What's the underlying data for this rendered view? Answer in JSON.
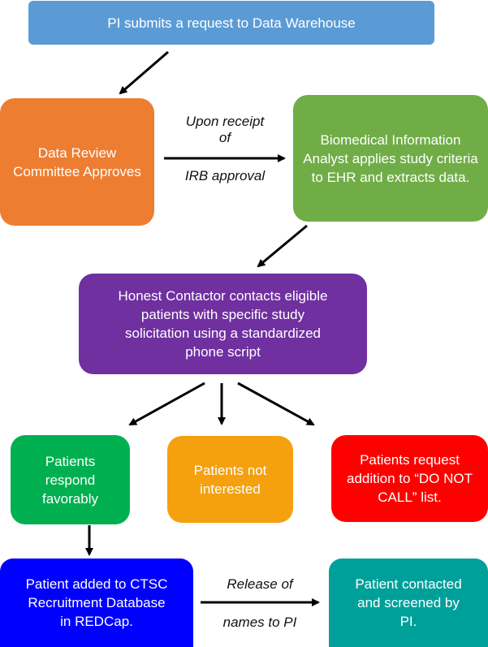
{
  "nodes": {
    "pi_request": {
      "text": "PI submits a request to Data Warehouse",
      "color": "#5b9bd5"
    },
    "drc": {
      "text": "Data Review Committee Approves",
      "color": "#ed7d31"
    },
    "bia": {
      "text": "Biomedical Information Analyst applies study criteria to EHR and extracts data.",
      "color": "#70ad47"
    },
    "honest": {
      "text": "Honest Contactor contacts eligible patients with specific study solicitation using a standardized phone script",
      "color": "#7030a0"
    },
    "favorable": {
      "text": "Patients respond favorably",
      "color": "#00b050"
    },
    "not_interested": {
      "text": "Patients not interested",
      "color": "#f5a00f"
    },
    "dnc": {
      "text": "Patients request addition to “DO NOT CALL” list.",
      "color": "#ff0000"
    },
    "ctsc": {
      "text": "Patient added to CTSC Recruitment Database in REDCap.",
      "color": "#0000ff"
    },
    "screened": {
      "text": "Patient contacted and screened by PI.",
      "color": "#00a09a"
    }
  },
  "edge_labels": {
    "irb_top": "Upon receipt of",
    "irb_bottom": "IRB approval",
    "release_top": "Release of",
    "release_bottom": "names to PI"
  }
}
